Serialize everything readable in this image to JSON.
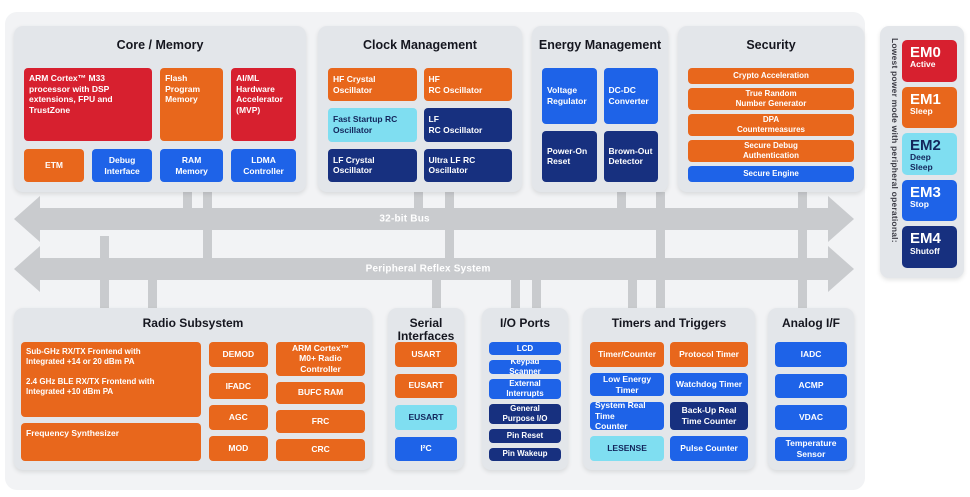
{
  "colors": {
    "red": "#D7202F",
    "orange": "#E8671C",
    "blue": "#1E63E8",
    "navy": "#17307F",
    "cyan": "#7FDEF1",
    "cyantext": "#13265C",
    "ondark": "#FFFFFF",
    "bus": "#C9CBCE",
    "panel": "#E3E6EA",
    "card": "#F2F3F5",
    "ink": "#15161F"
  },
  "buses": {
    "bus1_label": "32-bit Bus",
    "bus2_label": "Peripheral Reflex System"
  },
  "panels": {
    "core_memory": {
      "title": "Core / Memory",
      "blocks": [
        {
          "label": "ARM Cortex™ M33\nprocessor with DSP\nextensions, FPU and\nTrustZone",
          "color": "red",
          "align": "topleft"
        },
        {
          "label": "Flash\nProgram\nMemory",
          "color": "orange",
          "align": "topleft"
        },
        {
          "label": "AI/ML\nHardware\nAccelerator\n(MVP)",
          "color": "red",
          "align": "topleft"
        },
        {
          "label": "ETM",
          "color": "orange"
        },
        {
          "label": "Debug\nInterface",
          "color": "blue"
        },
        {
          "label": "RAM\nMemory",
          "color": "blue"
        },
        {
          "label": "LDMA\nController",
          "color": "blue"
        }
      ]
    },
    "clock": {
      "title": "Clock Management",
      "blocks": [
        {
          "label": "HF Crystal\nOscillator",
          "color": "orange",
          "align": "left"
        },
        {
          "label": "HF\nRC Oscillator",
          "color": "orange",
          "align": "left"
        },
        {
          "label": "Fast Startup RC\nOscillator",
          "color": "cyan",
          "align": "left"
        },
        {
          "label": "LF\nRC Oscillator",
          "color": "navy",
          "align": "left"
        },
        {
          "label": "LF Crystal\nOscillator",
          "color": "navy",
          "align": "left"
        },
        {
          "label": "Ultra LF RC\nOscillator",
          "color": "navy",
          "align": "left"
        }
      ]
    },
    "energy": {
      "title": "Energy Management",
      "blocks": [
        {
          "label": "Voltage\nRegulator",
          "color": "blue",
          "align": "left"
        },
        {
          "label": "DC-DC\nConverter",
          "color": "blue",
          "align": "left"
        },
        {
          "label": "Power-On\nReset",
          "color": "navy",
          "align": "left"
        },
        {
          "label": "Brown-Out\nDetector",
          "color": "navy",
          "align": "left"
        }
      ]
    },
    "security": {
      "title": "Security",
      "blocks": [
        {
          "label": "Crypto Acceleration",
          "color": "orange"
        },
        {
          "label": "True Random\nNumber Generator",
          "color": "orange"
        },
        {
          "label": "DPA\nCountermeasures",
          "color": "orange"
        },
        {
          "label": "Secure Debug\nAuthentication",
          "color": "orange"
        },
        {
          "label": "Secure Engine",
          "color": "blue"
        }
      ]
    },
    "radio": {
      "title": "Radio Subsystem",
      "col1": [
        {
          "label": "Sub-GHz RX/TX Frontend with\nIntegrated +14 or 20 dBm PA\n\n2.4 GHz BLE RX/TX Frontend with\nIntegrated +10 dBm PA",
          "color": "orange",
          "align": "topleft"
        },
        {
          "label": "Frequency Synthesizer",
          "color": "orange",
          "align": "topleft"
        }
      ],
      "col2": [
        {
          "label": "DEMOD",
          "color": "orange"
        },
        {
          "label": "IFADC",
          "color": "orange"
        },
        {
          "label": "AGC",
          "color": "orange"
        },
        {
          "label": "MOD",
          "color": "orange"
        }
      ],
      "col3": [
        {
          "label": "ARM Cortex™\nM0+ Radio\nController",
          "color": "orange"
        },
        {
          "label": "BUFC RAM",
          "color": "orange"
        },
        {
          "label": "FRC",
          "color": "orange"
        },
        {
          "label": "CRC",
          "color": "orange"
        }
      ]
    },
    "serial": {
      "title": "Serial Interfaces",
      "blocks": [
        {
          "label": "USART",
          "color": "orange"
        },
        {
          "label": "EUSART",
          "color": "orange"
        },
        {
          "label": "EUSART",
          "color": "cyan"
        },
        {
          "label": "I²C",
          "color": "blue"
        }
      ]
    },
    "io": {
      "title": "I/O Ports",
      "blocks": [
        {
          "label": "LCD",
          "color": "blue"
        },
        {
          "label": "Keypad Scanner",
          "color": "blue"
        },
        {
          "label": "External\nInterrupts",
          "color": "blue"
        },
        {
          "label": "General\nPurpose I/O",
          "color": "navy"
        },
        {
          "label": "Pin Reset",
          "color": "navy"
        },
        {
          "label": "Pin Wakeup",
          "color": "navy"
        }
      ]
    },
    "timers": {
      "title": "Timers and Triggers",
      "blocks": [
        {
          "label": "Timer/Counter",
          "color": "orange"
        },
        {
          "label": "Protocol Timer",
          "color": "orange"
        },
        {
          "label": "Low Energy Timer",
          "color": "blue"
        },
        {
          "label": "Watchdog Timer",
          "color": "blue"
        },
        {
          "label": "System Real Time\nCounter",
          "color": "blue",
          "align": "left"
        },
        {
          "label": "Back-Up Real\nTime Counter",
          "color": "navy"
        },
        {
          "label": "LESENSE",
          "color": "cyan"
        },
        {
          "label": "Pulse Counter",
          "color": "blue"
        }
      ]
    },
    "analog": {
      "title": "Analog I/F",
      "blocks": [
        {
          "label": "IADC",
          "color": "blue"
        },
        {
          "label": "ACMP",
          "color": "blue"
        },
        {
          "label": "VDAC",
          "color": "blue"
        },
        {
          "label": "Temperature\nSensor",
          "color": "blue"
        }
      ]
    }
  },
  "sidebar": {
    "vertical_label": "Lowest power mode with peripheral operational:",
    "modes": [
      {
        "name": "EM0",
        "state": "Active",
        "color": "red"
      },
      {
        "name": "EM1",
        "state": "Sleep",
        "color": "orange"
      },
      {
        "name": "EM2",
        "state": "Deep\nSleep",
        "color": "cyan"
      },
      {
        "name": "EM3",
        "state": "Stop",
        "color": "blue"
      },
      {
        "name": "EM4",
        "state": "Shutoff",
        "color": "navy"
      }
    ]
  }
}
